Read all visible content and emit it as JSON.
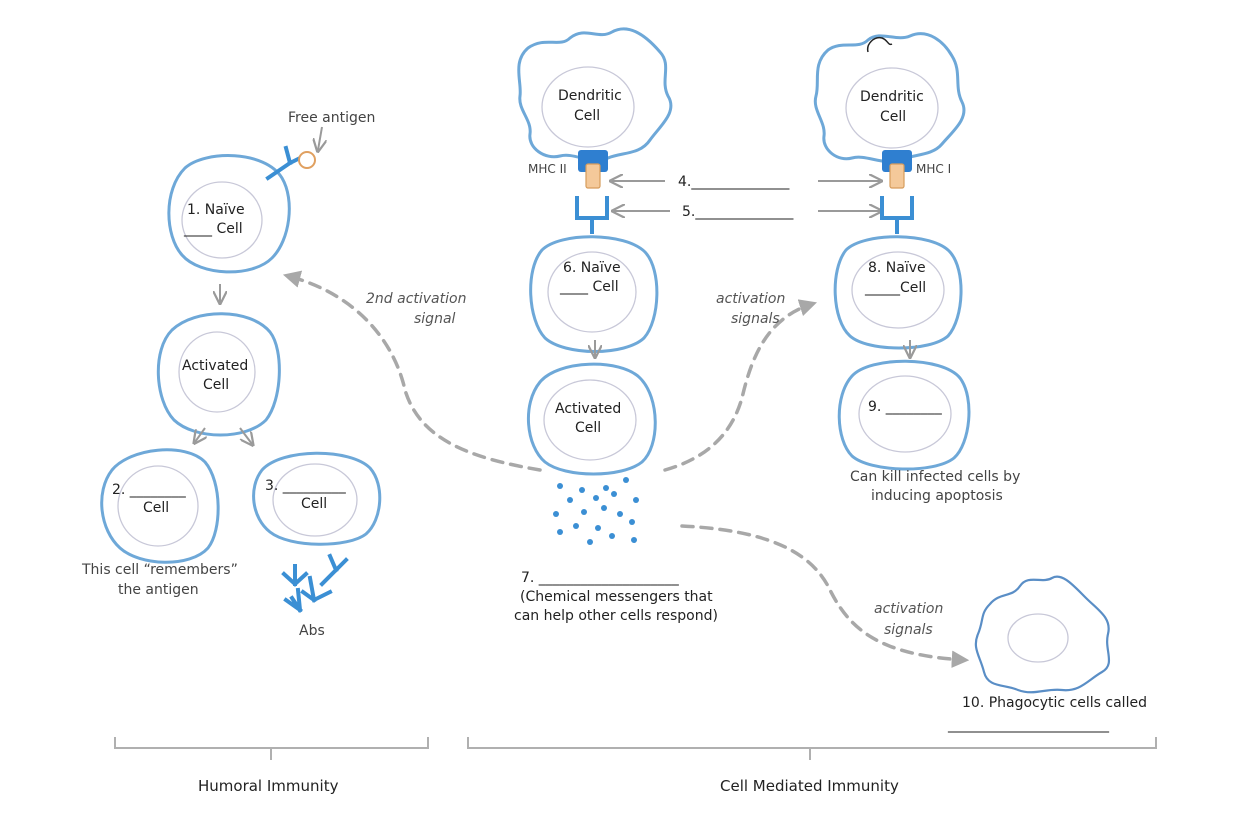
{
  "labels": {
    "free_antigen": "Free antigen",
    "cell1_line1": "1. Naïve",
    "cell1_line2": "____ Cell",
    "activated": "Activated",
    "cell_word": "Cell",
    "cell2_num": "2. ________",
    "cell3_num": "3. _________",
    "remembers_line1": "This cell “remembers”",
    "remembers_line2": "the antigen",
    "abs": "Abs",
    "dendritic": "Dendritic",
    "mhc2": "MHC II",
    "mhc1": "MHC I",
    "item4": "4.______________",
    "item5": "5.______________",
    "cell6_line1": "6. Naïve",
    "cell6_line2": "____ Cell",
    "cell8_line1": "8. Naïve",
    "cell8_line2": "_____Cell",
    "cell9": "9. ________",
    "kill_line1": "Can kill infected cells by",
    "kill_line2": "inducing apoptosis",
    "second_signal_line1": "2nd activation",
    "second_signal_line2": "signal",
    "activation_line1": "activation",
    "activation_line2": "signals",
    "item7_line1": "7. ____________________",
    "item7_line2": "(Chemical messengers that",
    "item7_line3": "can help other cells respond)",
    "item10_line1": "10. Phagocytic cells called",
    "item10_line2": "_______________________",
    "humoral": "Humoral Immunity",
    "cell_mediated": "Cell Mediated Immunity"
  },
  "colors": {
    "cell_outline": "#6ea8d8",
    "receptor": "#3b8fd4",
    "mhc": "#2f7fd0",
    "peptide": "#f4c99a",
    "arrow": "#9a9a9a"
  }
}
